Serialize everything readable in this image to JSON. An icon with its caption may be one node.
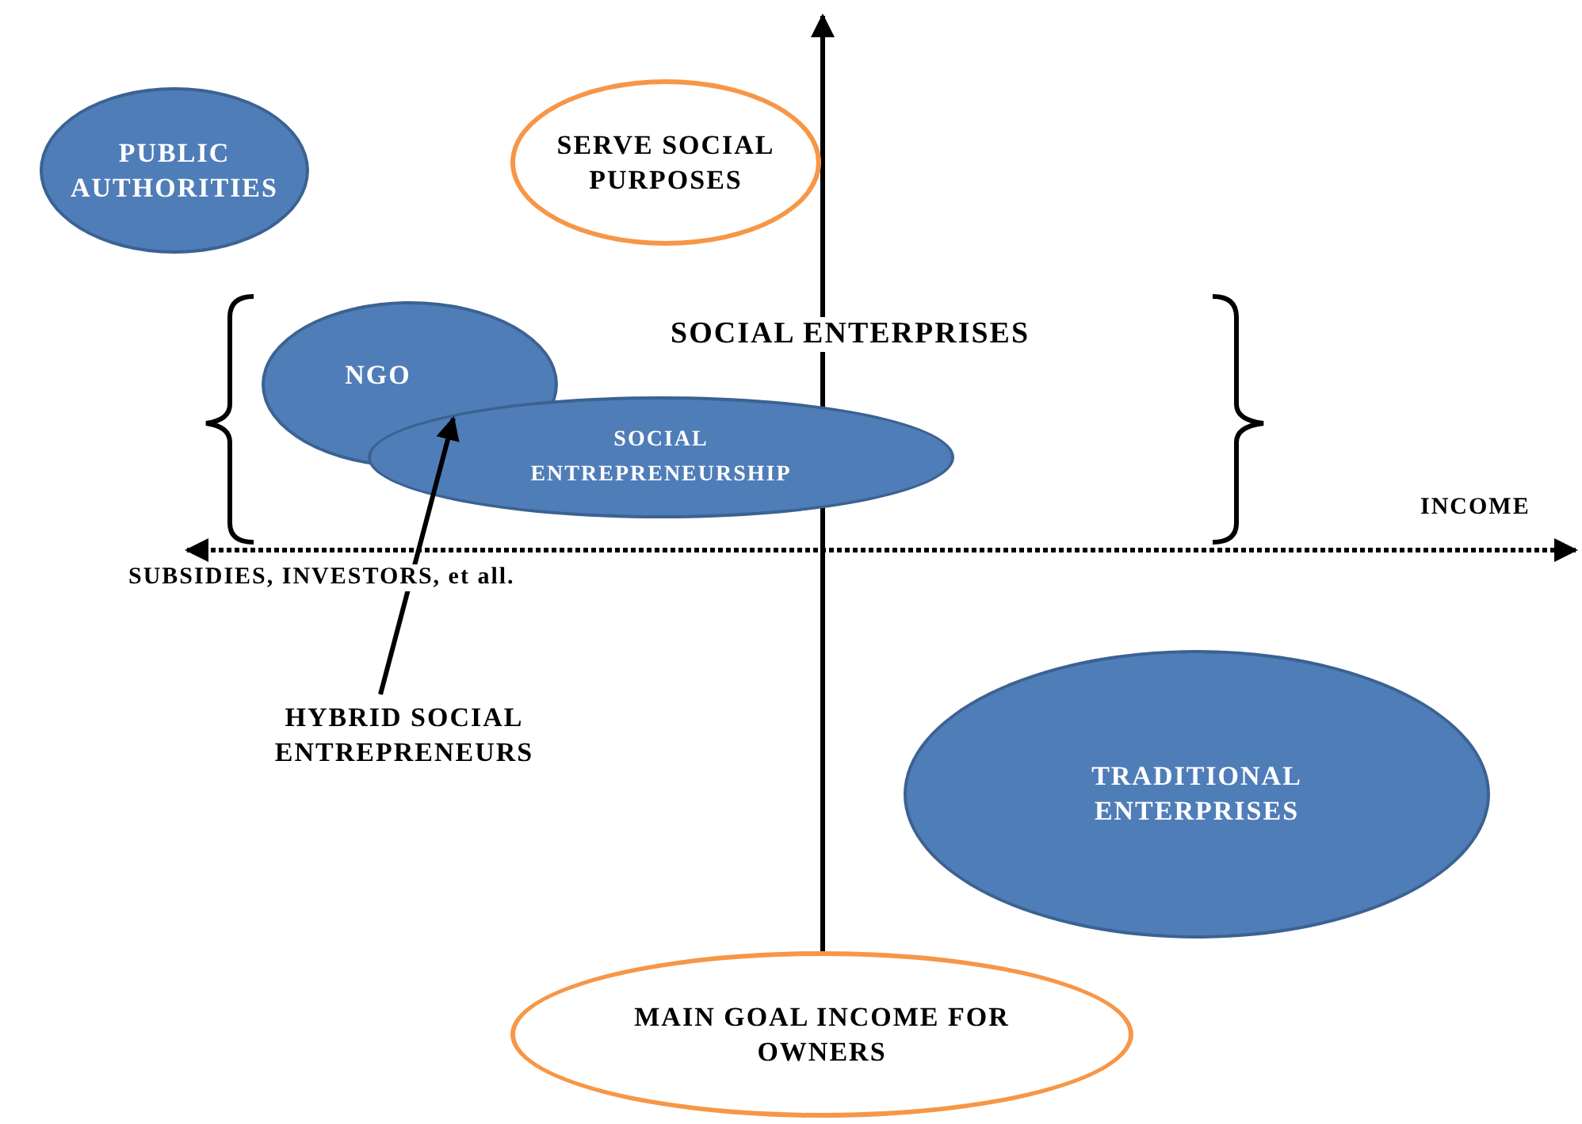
{
  "diagram": {
    "nodes": [
      {
        "text": [
          "PUBLIC AUTHORITIES"
        ]
      },
      {
        "text": [
          "SERVE SOCIAL PURPOSES"
        ]
      },
      {
        "text": [
          "NGO"
        ]
      },
      {
        "text": [
          "SOCIAL ENTREPRENEURSHIP"
        ]
      },
      {
        "text": [
          "HYBRID SOCIAL ENTREPRENEURS"
        ]
      },
      {
        "text": [
          "TRADITIONAL ENTERPRISES"
        ]
      },
      {
        "text": [
          "MAIN GOAL INCOME FOR OWNERS"
        ]
      }
    ],
    "edges": [
      {
        "from": 4,
        "to": 3,
        "arrow": "to"
      }
    ],
    "labels": [
      "SOCIAL ENTERPRISES",
      "INCOME",
      "SUBSIDIES, INVESTORS, et all."
    ]
  }
}
